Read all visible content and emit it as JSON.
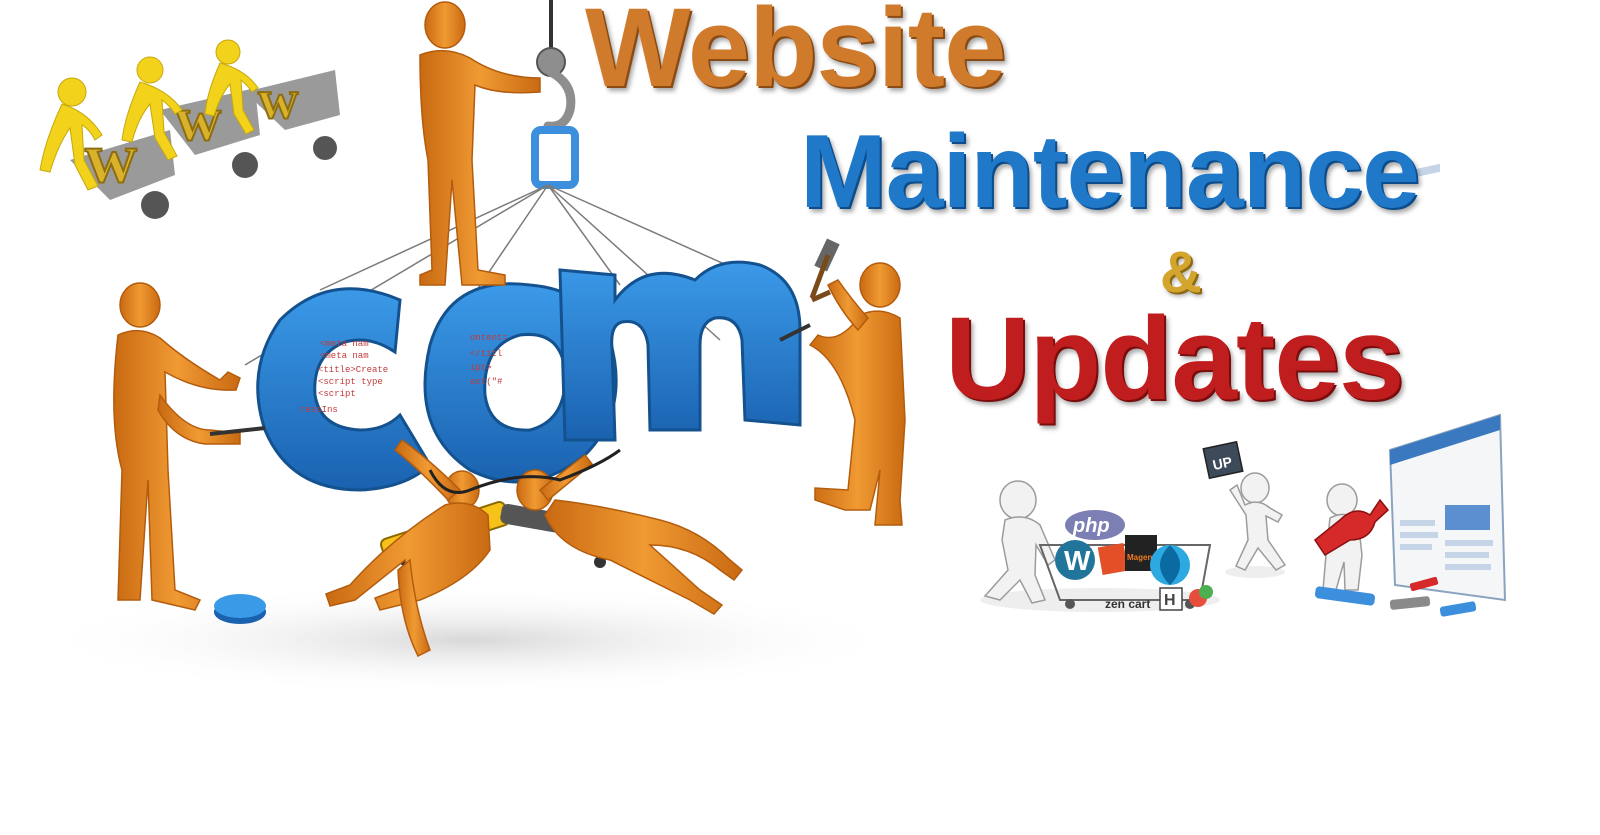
{
  "headline": {
    "line1": "Website",
    "line2": "Maintenance",
    "amp": "&",
    "line3": "Updates"
  },
  "illustration": {
    "big_letters": "com",
    "wheelbarrow_letters": [
      "w",
      "w",
      "w"
    ],
    "cms_logos": [
      "php",
      "W",
      "Magento",
      "zen cart",
      "H"
    ],
    "sign_text": "UP"
  },
  "colors": {
    "orange": "#d07a2c",
    "blue": "#1f78c8",
    "gold": "#d4a52c",
    "red": "#c01e1e",
    "figure_orange": "#e88a22",
    "figure_yellow": "#f2d21a"
  }
}
